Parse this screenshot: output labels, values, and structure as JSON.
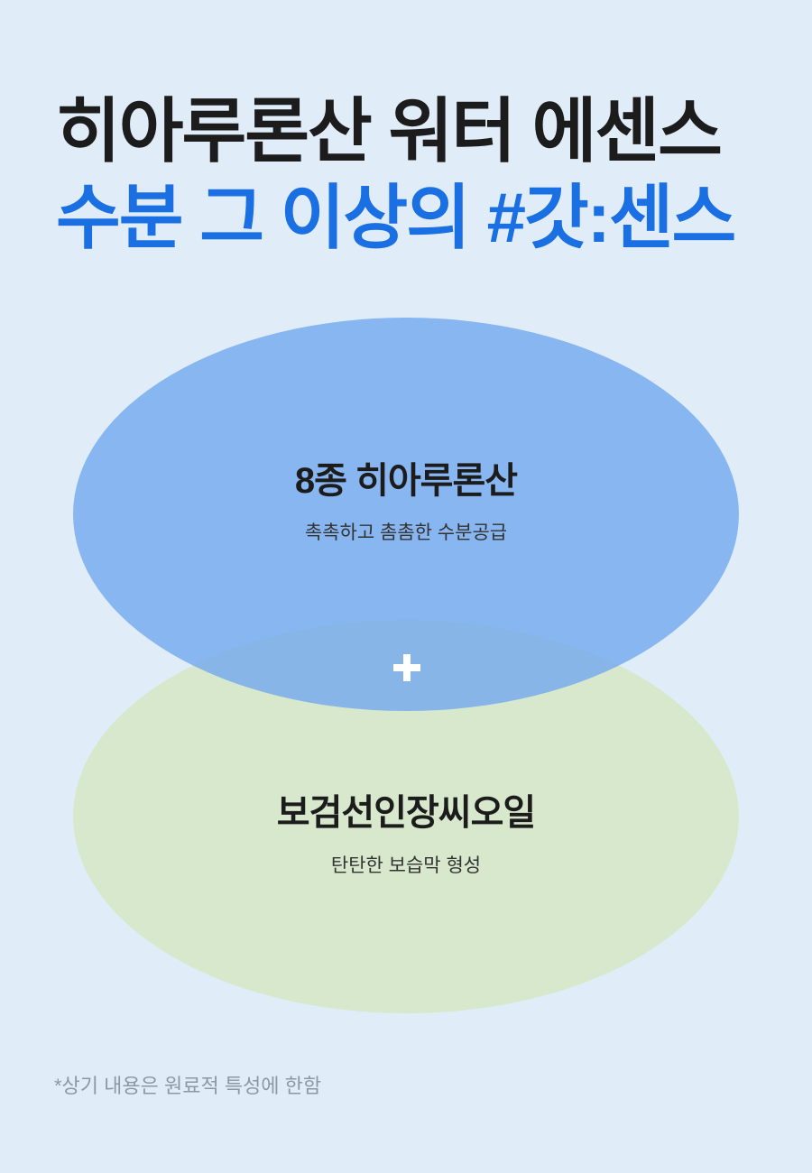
{
  "headline": {
    "line1": "히아루론산 워터 에센스",
    "line2": "수분 그 이상의 #갓:센스"
  },
  "circles": [
    {
      "title": "8종 히아루론산",
      "subtitle": "촉촉하고 촘촘한 수분공급",
      "color": "#8ab9f1"
    },
    {
      "title": "보검선인장씨오일",
      "subtitle": "탄탄한 보습막 형성",
      "color": "#d8e8cc"
    }
  ],
  "connector_icon": "plus-icon",
  "footnote": "*상기 내용은 원료적 특성에 한함"
}
